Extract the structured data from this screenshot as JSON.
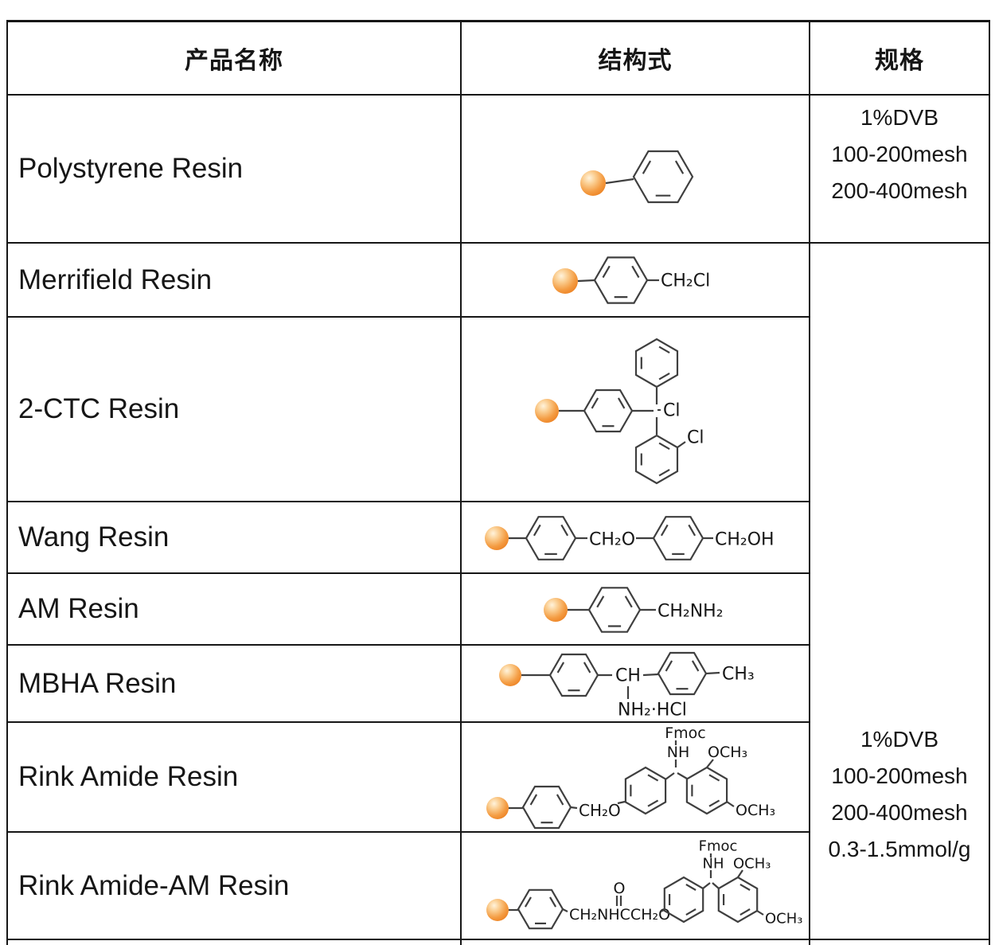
{
  "table": {
    "header": {
      "product": "产品名称",
      "structure": "结构式",
      "spec": "规格"
    },
    "rows": [
      {
        "name": "Polystyrene Resin",
        "labels": {}
      },
      {
        "name": "Merrifield Resin",
        "labels": {
          "chain": "CH₂Cl"
        }
      },
      {
        "name": "2-CTC Resin",
        "labels": {
          "cl1": "Cl",
          "cl2": "Cl"
        }
      },
      {
        "name": "Wang Resin",
        "labels": {
          "mid": "CH₂O",
          "end": "CH₂OH"
        }
      },
      {
        "name": "AM Resin",
        "labels": {
          "end": "CH₂NH₂"
        }
      },
      {
        "name": "MBHA Resin",
        "labels": {
          "ch": "CH",
          "end": "CH₃",
          "salt": "NH₂·HCl"
        }
      },
      {
        "name": "Rink Amide Resin",
        "labels": {
          "fmoc": "Fmoc",
          "nh": "NH",
          "och3_top": "OCH₃",
          "chain": "CH₂O",
          "och3_bot": "OCH₃"
        }
      },
      {
        "name": "Rink Amide-AM Resin",
        "labels": {
          "fmoc": "Fmoc",
          "nh": "NH",
          "och3_top": "OCH₃",
          "o": "O",
          "chain": "CH₂NHCCH₂O",
          "och3_bot": "OCH₃"
        }
      }
    ],
    "spec_row1": [
      "1%DVB",
      "100-200mesh",
      "200-400mesh"
    ],
    "spec_merged": [
      "1%DVB",
      "100-200mesh",
      "200-400mesh",
      "0.3-1.5mmol/g"
    ]
  },
  "colors": {
    "border": "#161616",
    "text": "#161616",
    "bond": "#3f3f3f",
    "bead_highlight": "#FFF3DC",
    "bead_light": "#FBCF93",
    "bead_main": "#F49D44",
    "bead_edge": "#EC7F1F"
  }
}
